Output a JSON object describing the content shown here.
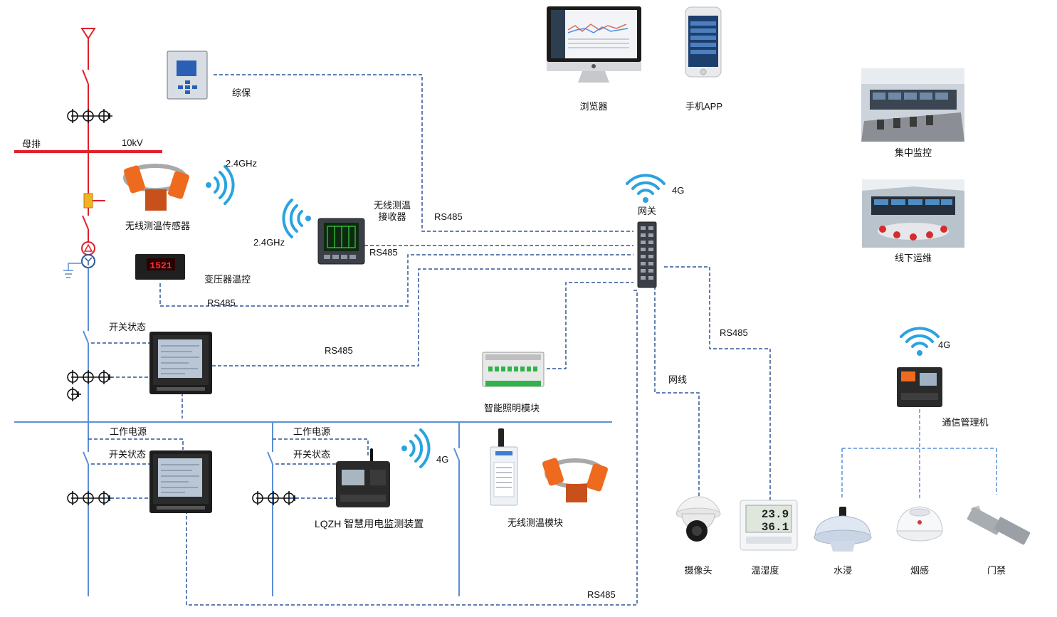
{
  "colors": {
    "busbar_red": "#e0202a",
    "bus_blue": "#5b8fd6",
    "dash_line": "#2f5597",
    "wifi_blue": "#2aa3e0",
    "meter_dark": "#222222",
    "orange": "#ee6a1f"
  },
  "labels": {
    "zongbao": "综保",
    "mupai": "母排",
    "kv": "10kV",
    "freq_sensor": "2.4GHz",
    "sensor": "无线测温传感器",
    "receiver_line1": "无线测温",
    "receiver_line2": "接收器",
    "freq_receiver": "2.4GHz",
    "rs485_top": "RS485",
    "rs485_receiver": "RS485",
    "transformer": "变压器温控",
    "rs485_transformer": "RS485",
    "switch_status_1": "开关状态",
    "rs485_meter": "RS485",
    "lighting": "智能照明模块",
    "work_power_1": "工作电源",
    "switch_status_2": "开关状态",
    "work_power_2": "工作电源",
    "switch_status_3": "开关状态",
    "g4_device": "4G",
    "device": "LQZH 智慧用电监测装置",
    "wireless_module": "无线测温模块",
    "rs485_bottom": "RS485",
    "browser": "浏览器",
    "app": "手机APP",
    "g4_gateway": "4G",
    "gateway": "网关",
    "rs485_right": "RS485",
    "network_cable": "网线",
    "central": "集中监控",
    "offline": "线下运维",
    "g4_comm": "4G",
    "comm": "通信管理机",
    "camera": "摄像头",
    "humidity": "温湿度",
    "flood": "水浸",
    "smoke": "烟感",
    "door": "门禁",
    "th_temp": "23.9",
    "th_hum": "36.1",
    "transformer_reading": "1521"
  },
  "icons": {
    "wifi": "wifi-icon",
    "antenna": "antenna-icon",
    "ground": "ground-icon",
    "current_transformer": "current-transformer-icon",
    "apple_logo": "apple-logo-icon"
  }
}
